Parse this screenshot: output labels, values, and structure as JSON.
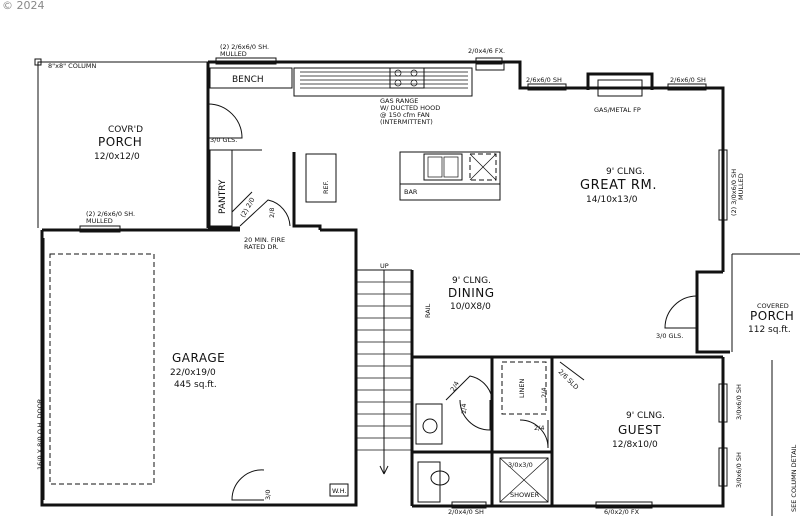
{
  "watermark": "© 2024",
  "rooms": {
    "porch": {
      "name": "PORCH",
      "note": "COVR'D",
      "size": "12/0x12/0"
    },
    "great_room": {
      "name": "GREAT RM.",
      "note": "9' CLNG.",
      "size": "14/10x13/0"
    },
    "dining": {
      "name": "DINING",
      "note": "9' CLNG.",
      "size": "10/0X8/0"
    },
    "garage": {
      "name": "GARAGE",
      "size": "22/0x19/0",
      "area": "445 sq.ft."
    },
    "guest": {
      "name": "GUEST",
      "note": "9' CLNG.",
      "size": "12/8x10/0"
    },
    "covered_porch": {
      "name": "PORCH",
      "note": "COVERED",
      "area": "112 sq.ft."
    }
  },
  "labels": {
    "column": "8\"x8\" COLUMN",
    "bench": "BENCH",
    "pantry": "PANTRY",
    "bar": "BAR",
    "ref": "REF.",
    "rail": "RAIL",
    "up": "UP",
    "gas_range": "GAS RANGE",
    "hood_1": "W/ DUCTED HOOD",
    "hood_2": "@ 150 cfm FAN",
    "hood_3": "(INTERMITTENT)",
    "fireplace": "GAS/METAL FP",
    "fire_door_1": "20 MIN. FIRE",
    "fire_door_2": "RATED DR.",
    "linen": "LINEN",
    "shower": "SHOWER",
    "see_column": "SEE COLUMN DETAIL",
    "garage_door": "16/0 X 8/0 O.H. DOOR",
    "wh": "W.H."
  },
  "windows": {
    "kitchen_top_1": "(2) 2/6x6/0 SH.",
    "kitchen_top_2": "MULLED",
    "kitchen_fx": "2/0x4/6 FX.",
    "great_sh_left": "2/6x6/0 SH",
    "great_sh_right": "2/6x6/0 SH",
    "great_right_1": "(2) 3/0x6/0 SH",
    "great_right_2": "MULLED",
    "porch_window_1": "(2) 2/6x6/0 SH.",
    "porch_window_2": "MULLED",
    "guest_right_1": "3/0x6/0 SH",
    "guest_right_2": "3/0x6/0 SH",
    "guest_bottom": "6/0x2/0 FX",
    "bath_bottom": "2/0x4/0 SH"
  },
  "doors": {
    "porch_door": "3/0 GLS.",
    "rear_door": "3/0 GLS.",
    "pantry_door": "(2) 2/0",
    "fire_door": "2/8",
    "hall_door_1": "2/4",
    "hall_door_2": "2/4",
    "bath_door": "2/4",
    "guest_closet": "2/6 SLD",
    "shower_size": "3/0x3/0",
    "garage_side": "3/0"
  }
}
